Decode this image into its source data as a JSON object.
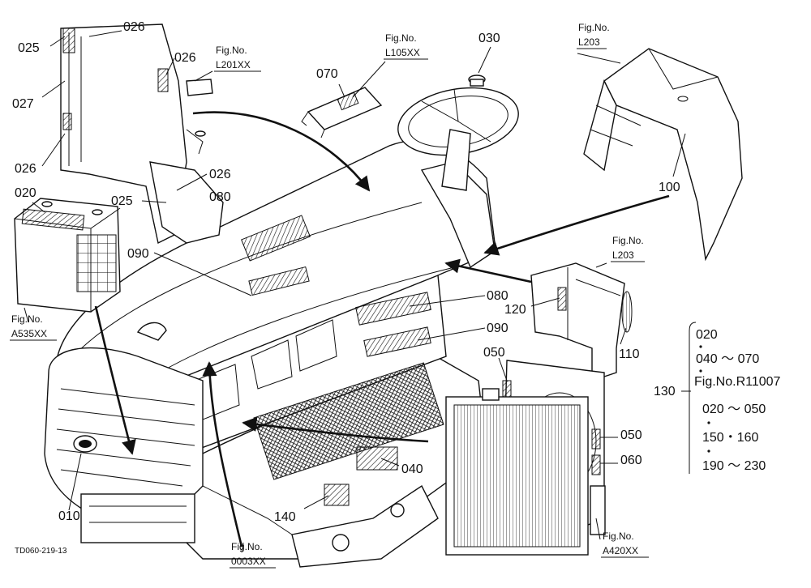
{
  "labels": {
    "l_025a": "025",
    "l_026a": "026",
    "l_026b": "026",
    "l_027": "027",
    "l_026c": "026",
    "l_026d": "026",
    "l_025b": "025",
    "l_020": "020",
    "l_080a": "080",
    "l_090a": "090",
    "l_070": "070",
    "l_030": "030",
    "l_100": "100",
    "l_080b": "080",
    "l_120": "120",
    "l_090b": "090",
    "l_110": "110",
    "l_050a": "050",
    "l_050b": "050",
    "l_060": "060",
    "l_040": "040",
    "l_140": "140",
    "l_010": "010"
  },
  "figs": {
    "f_l201_h": "Fig.No.",
    "f_l201_v": "L201XX",
    "f_l105_h": "Fig.No.",
    "f_l105_v": "L105XX",
    "f_l203a_h": "Fig.No.",
    "f_l203a_v": "L203",
    "f_l203b_h": "Fig.No.",
    "f_l203b_v": "L203",
    "f_a535_h": "Fig.No.",
    "f_a535_v": "A535XX",
    "f_0003_h": "Fig.No.",
    "f_0003_v": "0003XX",
    "f_a420_h": "Fig.No.",
    "f_a420_v": "A420XX"
  },
  "ref_block": {
    "item": "130",
    "lines": [
      "020",
      "040 ～ 070",
      "Fig.No.R11007",
      "020 ～ 050",
      "150・160",
      "190 ～ 230"
    ]
  },
  "drawing_code": "TD060-219-13"
}
